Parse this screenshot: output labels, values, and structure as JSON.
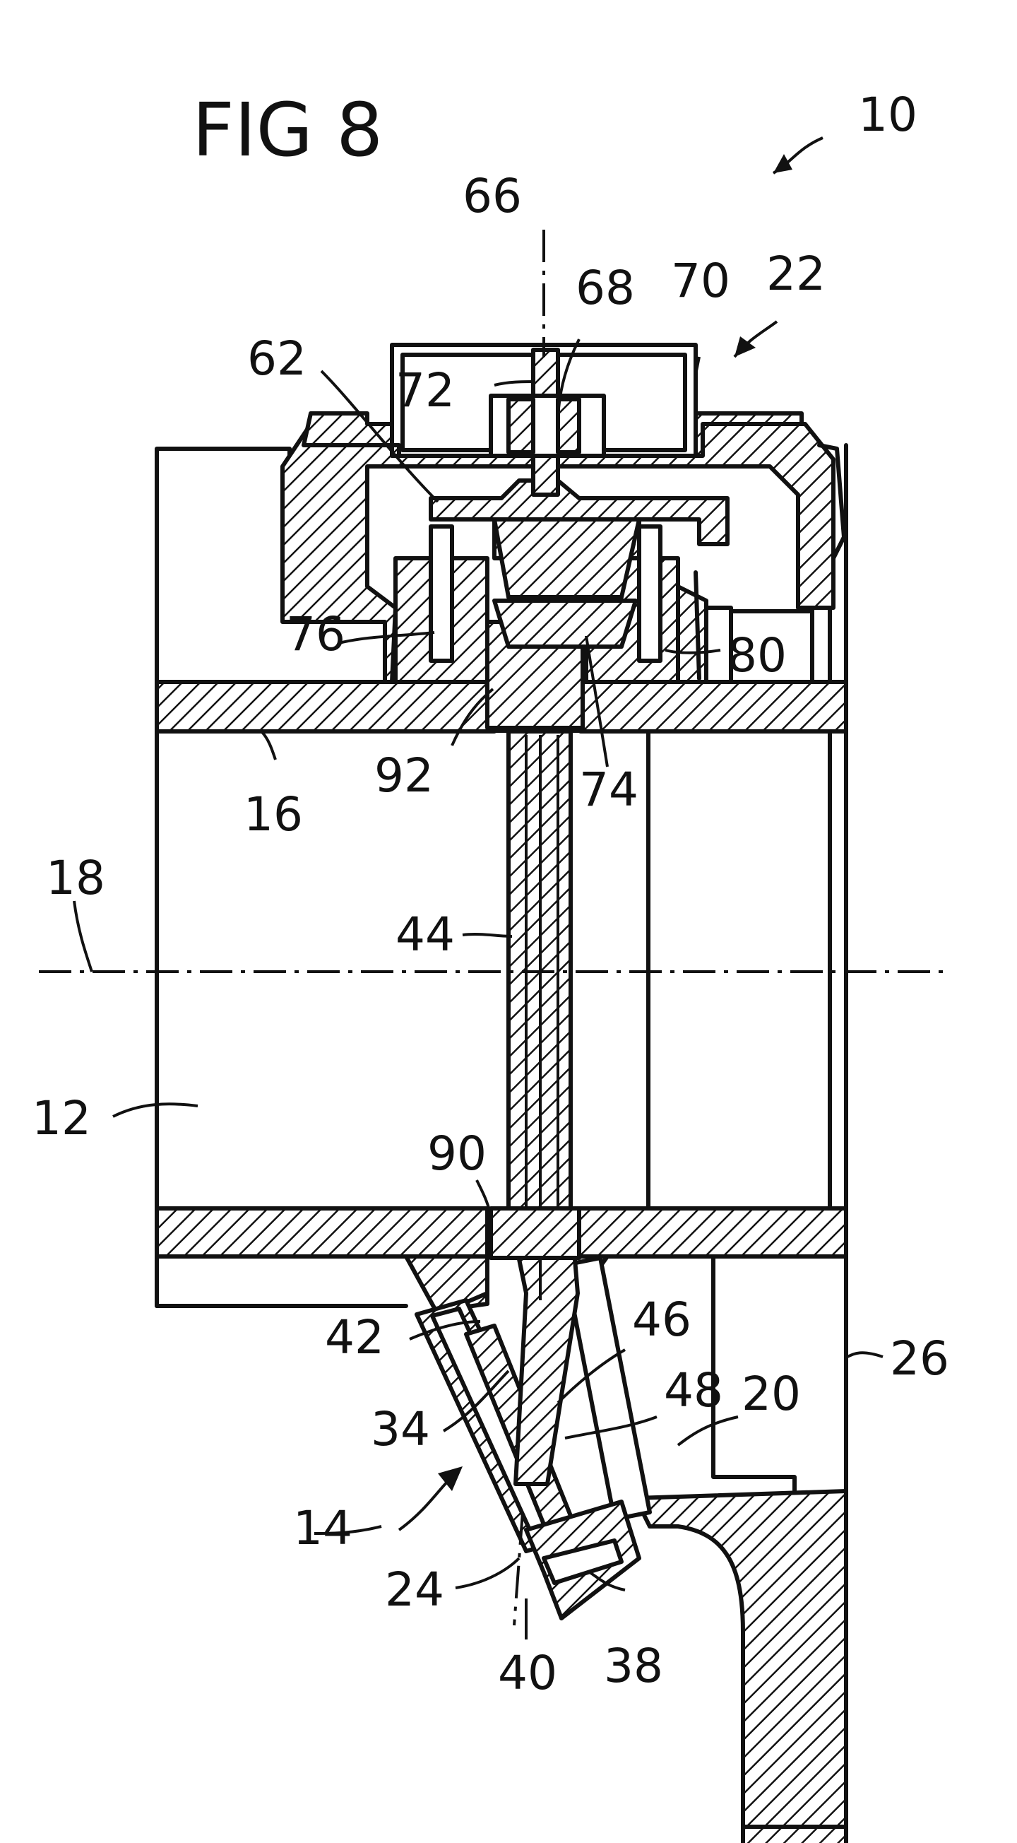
{
  "figure": {
    "title": "FIG 8",
    "labels": {
      "l10": "10",
      "l12": "12",
      "l14": "14",
      "l16": "16",
      "l18": "18",
      "l20": "20",
      "l22": "22",
      "l24": "24",
      "l26": "26",
      "l34": "34",
      "l38": "38",
      "l40": "40",
      "l42": "42",
      "l44": "44",
      "l46": "46",
      "l48": "48",
      "l62": "62",
      "l66": "66",
      "l68": "68",
      "l70": "70",
      "l72": "72",
      "l74": "74",
      "l76": "76",
      "l80": "80",
      "l90": "90",
      "l92": "92"
    }
  }
}
